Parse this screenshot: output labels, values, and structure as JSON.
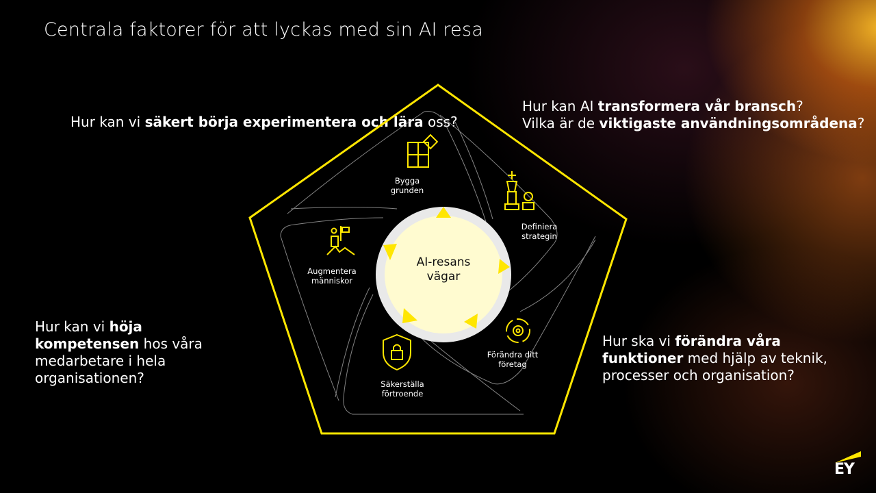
{
  "title": "Centrala faktorer för att lyckas med sin AI resa",
  "questions": {
    "q1": {
      "a": "Hur kan vi ",
      "b": "säkert börja experimentera och lära",
      "c": " oss?"
    },
    "q2": {
      "a": "Hur kan AI ",
      "b": "transformera vår bransch",
      "c": "?",
      "d": "Vilka är de ",
      "e": "viktigaste användningsområdena",
      "f": "?"
    },
    "q3": {
      "a": "Hur kan vi ",
      "b": "höja kompetensen",
      "c": " hos våra medarbetare i hela organisationen?"
    },
    "q4": {
      "a": "Hur ska vi ",
      "b": "förändra våra funktioner",
      "c": " med hjälp av teknik, processer och organisation?"
    }
  },
  "center": {
    "line1": "AI-resans",
    "line2": "vägar"
  },
  "segments": [
    {
      "line1": "Bygga",
      "line2": "grunden",
      "icon": "puzzle-icon"
    },
    {
      "line1": "Definiera",
      "line2": "strategin",
      "icon": "chess-icon"
    },
    {
      "line1": "Förändra ditt",
      "line2": "företag",
      "icon": "gear-cycle-icon"
    },
    {
      "line1": "Säkerställa",
      "line2": "förtroende",
      "icon": "shield-lock-icon"
    },
    {
      "line1": "Augmentera",
      "line2": "människor",
      "icon": "person-flag-icon"
    }
  ],
  "logo": "EY",
  "colors": {
    "accent": "#FFE600",
    "background": "#000000",
    "center_fill": "#FFFBD0"
  }
}
